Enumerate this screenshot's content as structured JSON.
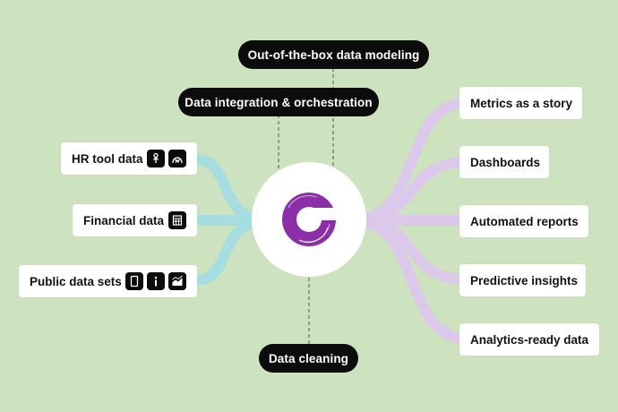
{
  "top_pills": {
    "modeling": "Out-of-the-box data modeling",
    "integration": "Data integration & orchestration",
    "cleaning": "Data cleaning"
  },
  "sources": [
    {
      "label": "HR tool data",
      "icons": [
        "person-icon",
        "w-logo-icon"
      ]
    },
    {
      "label": "Financial data",
      "icons": [
        "spreadsheet-icon"
      ]
    },
    {
      "label": "Public data sets",
      "icons": [
        "document-icon",
        "info-icon",
        "area-chart-icon"
      ]
    }
  ],
  "outputs": [
    {
      "label": "Metrics as a story"
    },
    {
      "label": "Dashboards"
    },
    {
      "label": "Automated reports"
    },
    {
      "label": "Predictive insights"
    },
    {
      "label": "Analytics-ready data"
    }
  ],
  "colors": {
    "background": "#cde3bf",
    "source_flow": "#a6dde0",
    "output_flow": "#dcc8ea",
    "logo": "#8b2fa8",
    "pill": "#0c0c0c",
    "card": "#ffffff"
  }
}
